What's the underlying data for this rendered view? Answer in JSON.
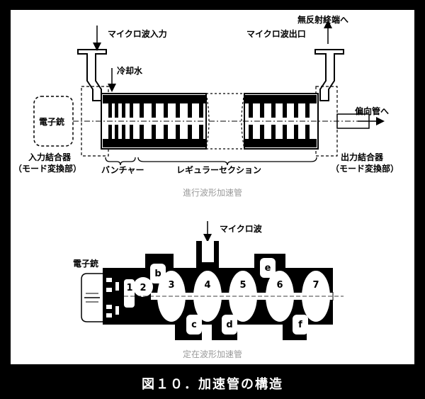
{
  "top_diagram": {
    "labels": {
      "microwave_in": "マイクロ波入力",
      "microwave_out": "マイクロ波出口",
      "to_terminal": "無反射終端へ",
      "cooling_water": "冷却水",
      "electron_gun": "電子銃",
      "to_deflector": "偏向管へ",
      "input_coupler_1": "入力結合器",
      "input_coupler_2": "（モード変換部）",
      "buncher": "バンチャー",
      "regular_section": "レギュラーセクション",
      "output_coupler_1": "出力結合器",
      "output_coupler_2": "（モード変換部）"
    },
    "caption": "進行波形加速管"
  },
  "bottom_diagram": {
    "labels": {
      "microwave": "マイクロ波",
      "electron_gun": "電子銃"
    },
    "cells": [
      "1",
      "2",
      "3",
      "4",
      "5",
      "6",
      "7"
    ],
    "side_cells": [
      "b",
      "c",
      "d",
      "e",
      "f"
    ],
    "caption": "定在波形加速管"
  },
  "figure_title": "図１０．加速管の構造"
}
